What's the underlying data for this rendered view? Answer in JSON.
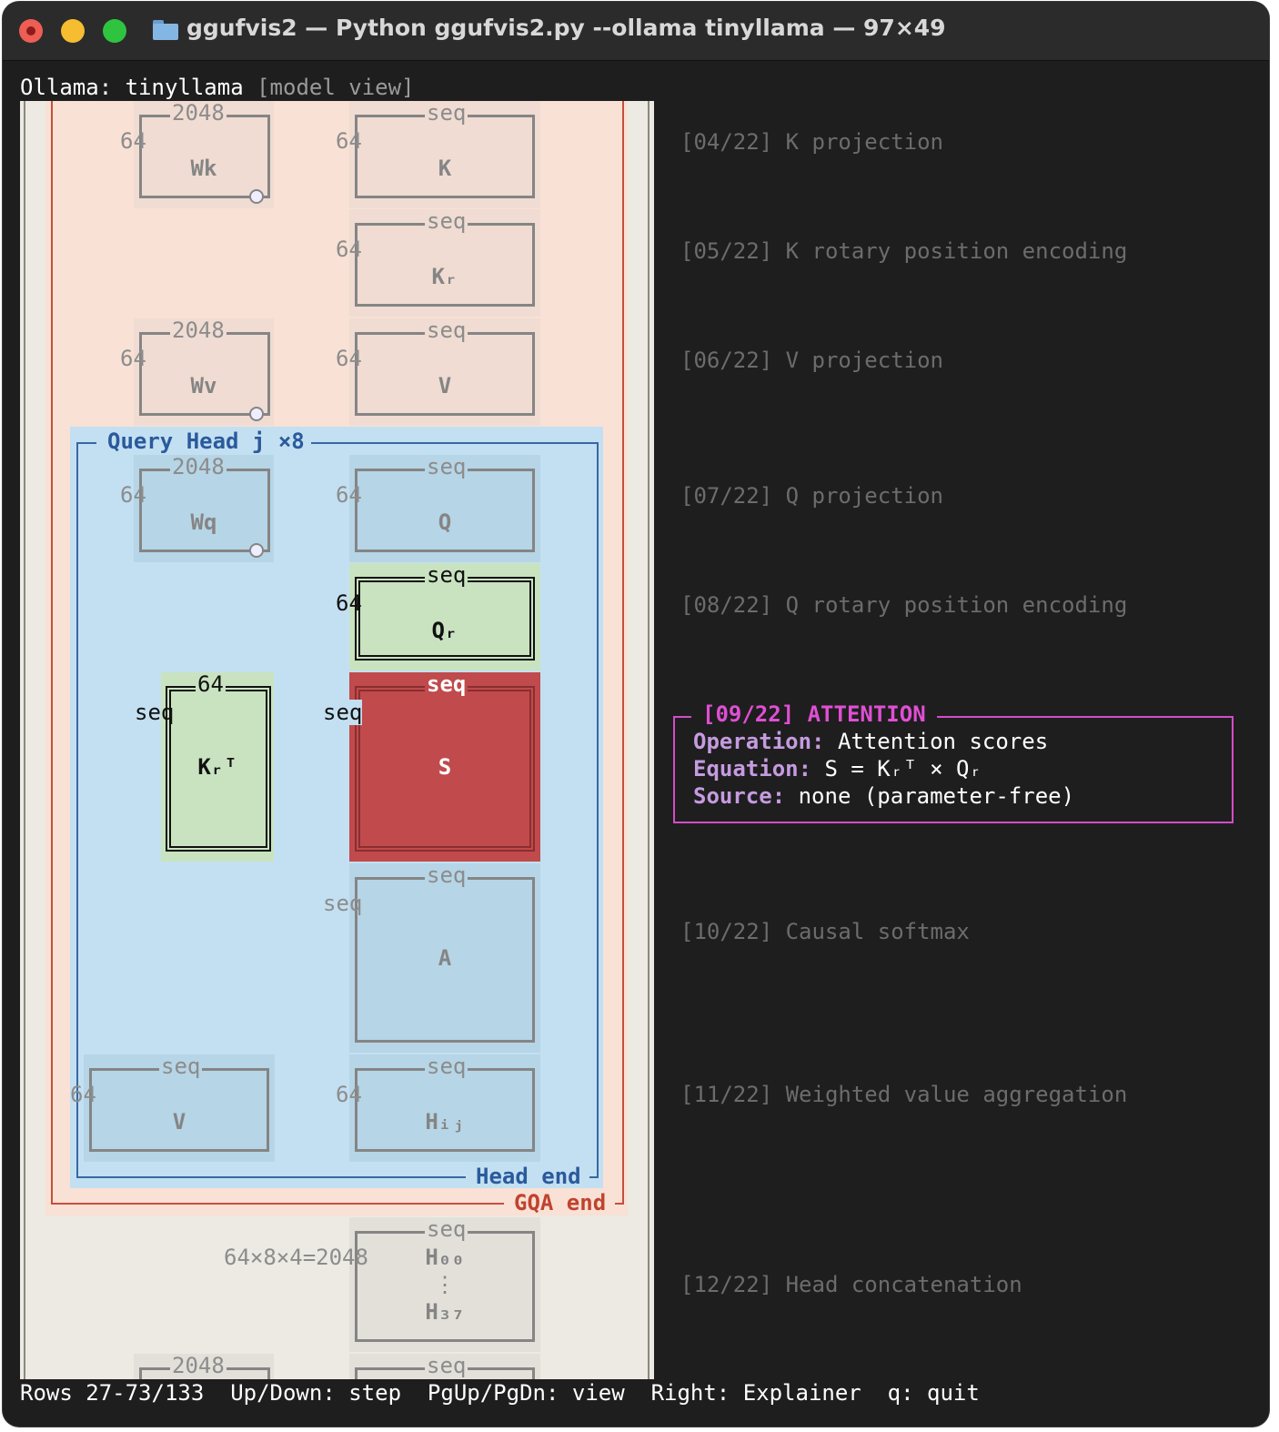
{
  "window": {
    "title": "ggufvis2 — Python ggufvis2.py --ollama tinyllama — 97×49"
  },
  "header": {
    "model": "Ollama: tinyllama",
    "mode": "[model view]"
  },
  "diagram": {
    "wk": {
      "name": "Wk",
      "top": "2048",
      "side": "64"
    },
    "k": {
      "name": "K",
      "top": "seq",
      "side": "64"
    },
    "kr": {
      "name": "Kᵣ",
      "top": "seq",
      "side": "64"
    },
    "wv": {
      "name": "Wv",
      "top": "2048",
      "side": "64"
    },
    "v": {
      "name": "V",
      "top": "seq",
      "side": "64"
    },
    "wq": {
      "name": "Wq",
      "top": "2048",
      "side": "64"
    },
    "q": {
      "name": "Q",
      "top": "seq",
      "side": "64"
    },
    "qr": {
      "name": "Qᵣ",
      "top": "seq",
      "side": "64"
    },
    "krt": {
      "name": "Kᵣᵀ",
      "top": "64",
      "side": "seq"
    },
    "s": {
      "name": "S",
      "top": "seq",
      "side": "seq"
    },
    "a": {
      "name": "A",
      "top": "seq",
      "side": "seq"
    },
    "v2": {
      "name": "V",
      "top": "seq",
      "side": "64"
    },
    "hij": {
      "name": "Hᵢⱼ",
      "top": "seq",
      "side": "64"
    },
    "concat": {
      "h00": "H₀₀",
      "dots": "⋮",
      "h37": "H₃₇",
      "top": "seq",
      "side": "64×8×4=2048"
    },
    "bottom": {
      "left_top": "2048",
      "right_top": "seq"
    },
    "query_head_label": "Query Head j ×8",
    "head_end_label": "Head end",
    "gqa_end_label": "GQA end"
  },
  "steps": [
    {
      "id": "04",
      "text": "[04/22] K projection"
    },
    {
      "id": "05",
      "text": "[05/22] K rotary position encoding"
    },
    {
      "id": "06",
      "text": "[06/22] V projection"
    },
    {
      "id": "07",
      "text": "[07/22] Q projection"
    },
    {
      "id": "08",
      "text": "[08/22] Q rotary position encoding"
    },
    {
      "id": "10",
      "text": "[10/22] Causal softmax"
    },
    {
      "id": "11",
      "text": "[11/22] Weighted value aggregation"
    },
    {
      "id": "12",
      "text": "[12/22] Head concatenation"
    }
  ],
  "current_step": {
    "title": "[09/22] ATTENTION",
    "operation_label": "Operation:",
    "operation": "Attention scores",
    "equation_label": "Equation:",
    "equation": "S = Kᵣᵀ × Qᵣ",
    "source_label": "Source:",
    "source": "none (parameter-free)"
  },
  "statusbar": "Rows 27-73/133  Up/Down: step  PgUp/PgDn: view  Right: Explainer  q: quit",
  "colors": {
    "gqa_bg": "#f9e1d5",
    "gqa_border": "#c64f3c",
    "query_head_bg": "#c3e0f2",
    "query_head_border": "#3867a4",
    "highlight_green": "#c9e3c0",
    "active_red": "#c04a4c",
    "callout_magenta": "#d44cc8"
  }
}
